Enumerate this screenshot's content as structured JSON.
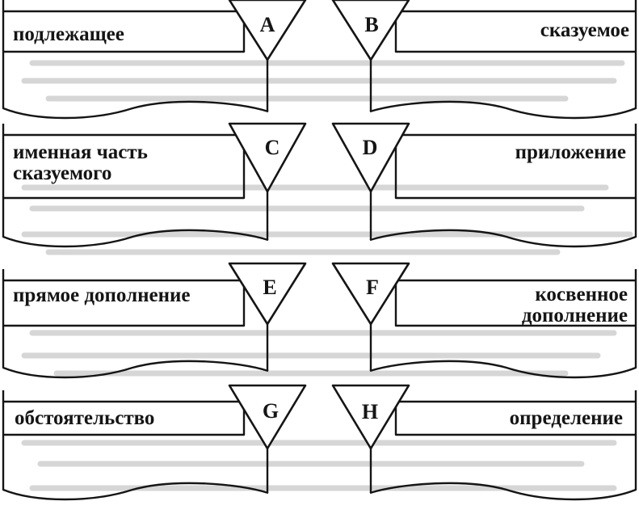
{
  "rows": [
    {
      "left": {
        "label": "подлежащее",
        "letter": "A"
      },
      "right": {
        "label": "сказуемое",
        "letter": "B"
      }
    },
    {
      "left": {
        "label_lines": [
          "именная часть",
          "сказуемого"
        ],
        "letter": "C"
      },
      "right": {
        "label": "приложение",
        "letter": "D"
      }
    },
    {
      "left": {
        "label": "прямое дополнение",
        "letter": "E"
      },
      "right": {
        "label_lines": [
          "косвенное",
          "дополнение"
        ],
        "letter": "F"
      }
    },
    {
      "left": {
        "label": "обстоятельство",
        "letter": "G"
      },
      "right": {
        "label": "определение",
        "letter": "H"
      }
    }
  ],
  "colors": {
    "ink": "#151515",
    "background": "#ffffff",
    "shade": "#e6e6e6"
  }
}
